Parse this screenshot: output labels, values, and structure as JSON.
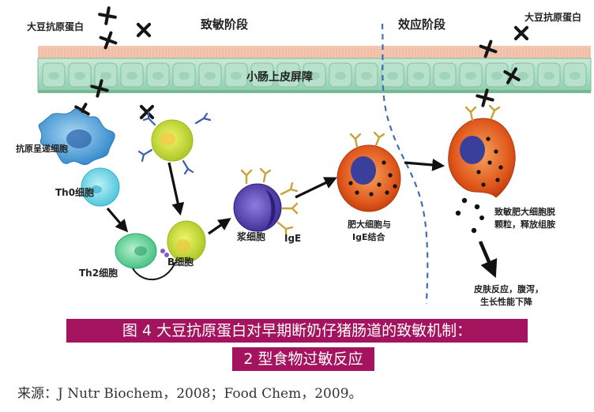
{
  "labels": {
    "antigen_left": "大豆抗原蛋白",
    "sensitization_stage": "致敏阶段",
    "effector_stage": "效应阶段",
    "antigen_right": "大豆抗原蛋白",
    "barrier": "小肠上皮屏障",
    "apc": "抗原呈递细胞",
    "th0": "Th0细胞",
    "th2": "Th2细胞",
    "bcell": "B细胞",
    "plasma": "浆细胞",
    "ige": "IgE",
    "mast_line1": "肥大细胞与",
    "mast_line2": "IgE结合",
    "degran_line1": "致敏肥大细胞脱",
    "degran_line2": "颗粒，释放组胺",
    "symptom_line1": "皮肤反应，腹泻，",
    "symptom_line2": "生长性能下降"
  },
  "caption": {
    "line1": "图 4   大豆抗原蛋白对早期断奶仔猪肠道的致敏机制：",
    "line2": "2 型食物过敏反应"
  },
  "source": "来源：J Nutr Biochem，2008；Food Chem，2009。",
  "colors": {
    "caption_bg": "#a4135e",
    "epithelium": "#a9d8c2",
    "divider": "#3f6fb8",
    "mast_cell": "#e0581c",
    "nucleus": "#3b3f9c",
    "plasma_cell": "#5b48b6",
    "apc": "#5aa6dc",
    "lymphocyte": "#d6e637",
    "th_cell": "#6fd6a5",
    "antigen": "#1a1a1a"
  }
}
